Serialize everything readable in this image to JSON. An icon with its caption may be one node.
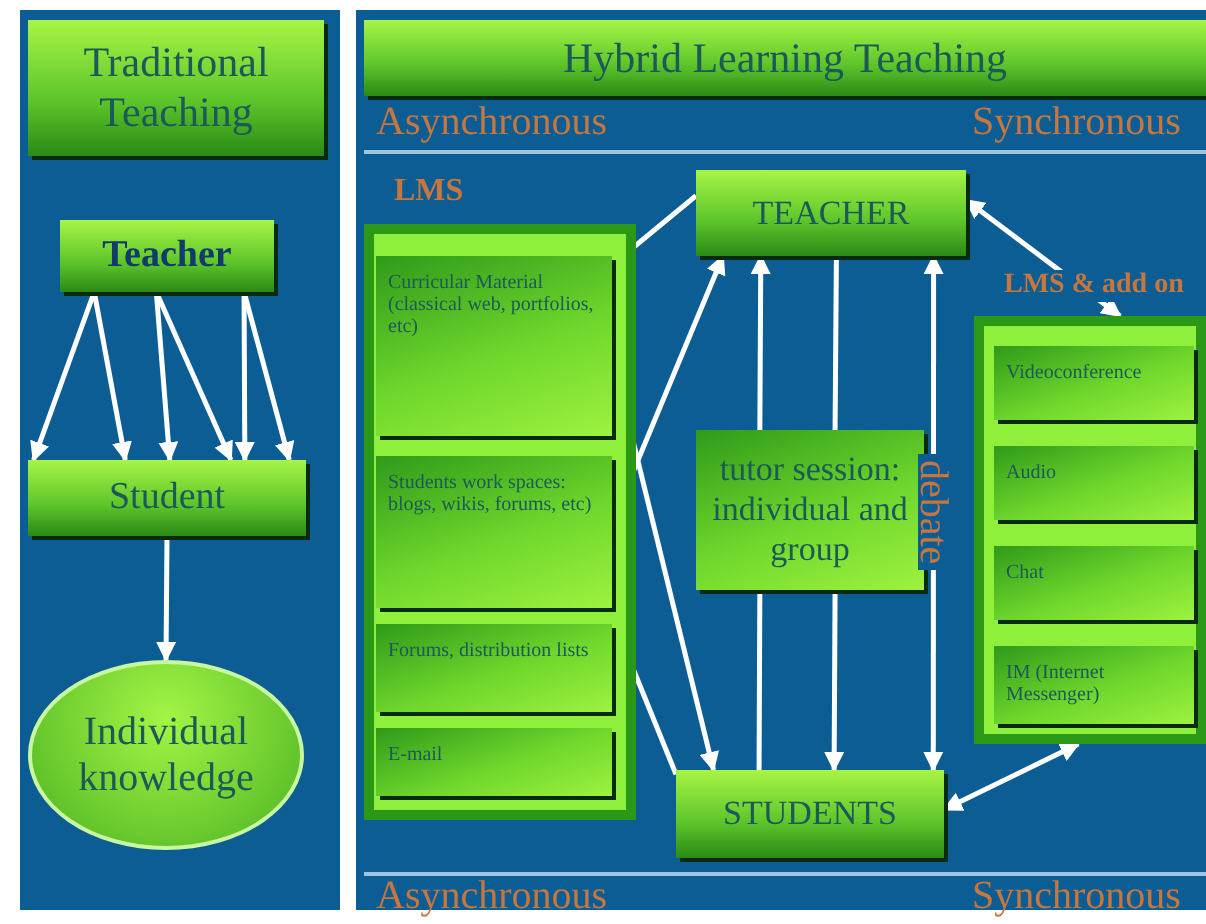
{
  "diagram": {
    "nodes": [
      {
        "text": [
          "Traditional Teaching"
        ]
      },
      {
        "text": [
          "Teacher"
        ]
      },
      {
        "text": [
          "Student"
        ]
      },
      {
        "text": [
          "Individual knowledge"
        ]
      },
      {
        "text": [
          "Hybrid Learning Teaching"
        ]
      },
      {
        "text": [
          "LMS"
        ]
      },
      {
        "text": [
          "Curricular Material (classical web, portfolios, etc)"
        ],
        "in": 5
      },
      {
        "text": [
          "Students work spaces: blogs, wikis, forums, etc)"
        ],
        "in": 5
      },
      {
        "text": [
          "Forums, distribution lists"
        ],
        "in": 5
      },
      {
        "text": [
          "E-mail"
        ],
        "in": 5
      },
      {
        "text": [
          "TEACHER"
        ]
      },
      {
        "text": [
          "tutor session: individual and group"
        ]
      },
      {
        "text": [
          "STUDENTS"
        ]
      },
      {
        "text": [
          "LMS & add on"
        ]
      },
      {
        "text": [
          "Videoconference"
        ],
        "in": 13
      },
      {
        "text": [
          "Audio"
        ],
        "in": 13
      },
      {
        "text": [
          "Chat"
        ],
        "in": 13
      },
      {
        "text": [
          "IM (Internet Messenger)"
        ],
        "in": 13
      }
    ],
    "edges": [
      {
        "from": 1,
        "to": 2,
        "arrow": "to"
      },
      {
        "from": 1,
        "to": 2,
        "arrow": "to"
      },
      {
        "from": 1,
        "to": 2,
        "arrow": "to"
      },
      {
        "from": 1,
        "to": 2,
        "arrow": "to"
      },
      {
        "from": 1,
        "to": 2,
        "arrow": "to"
      },
      {
        "from": 1,
        "to": 2,
        "arrow": "to"
      },
      {
        "from": 2,
        "to": 3,
        "arrow": "to"
      },
      {
        "from": 10,
        "to": 6,
        "arrow": "to"
      },
      {
        "from": 6,
        "to": 12,
        "arrow": "to"
      },
      {
        "from": 7,
        "to": 10,
        "arrow": "to"
      },
      {
        "from": 12,
        "to": 7,
        "arrow": "to"
      },
      {
        "from": 11,
        "to": 10,
        "arrow": "to"
      },
      {
        "from": 12,
        "to": 11,
        "arrow": "none"
      },
      {
        "from": 10,
        "to": 11,
        "arrow": "none"
      },
      {
        "from": 11,
        "to": 12,
        "arrow": "to"
      },
      {
        "from": 10,
        "to": 12,
        "arrow": "both",
        "label": "debate"
      },
      {
        "from": 10,
        "to": 13,
        "arrow": "both"
      },
      {
        "from": 12,
        "to": 13,
        "arrow": "both"
      }
    ],
    "labels": [
      "Asynchronous",
      "Synchronous",
      "Asynchronous",
      "Synchronous"
    ]
  }
}
